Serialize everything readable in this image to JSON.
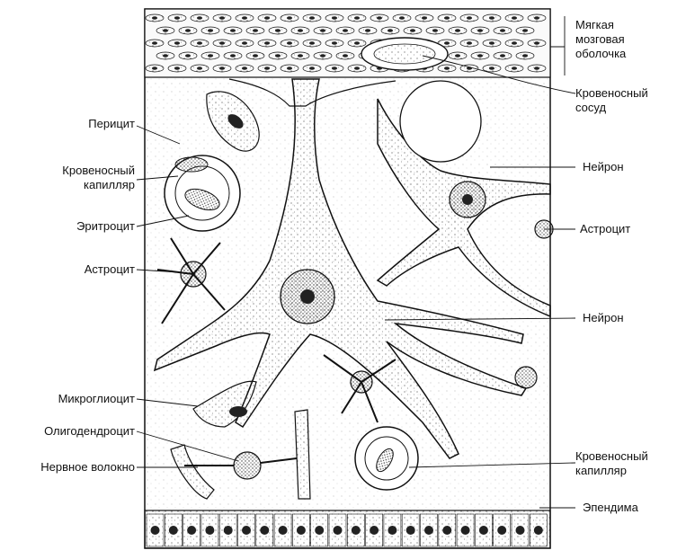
{
  "labels": {
    "meninges": "Мягкая\nмозговая\nоболочка",
    "blood_vessel": "Кровеносный\nсосуд",
    "pericyte": "Перицит",
    "capillary_left": "Кровеносный\nкапилляр",
    "erythrocyte": "Эритроцит",
    "astrocyte_left": "Астроцит",
    "neuron_upper": "Нейрон",
    "astrocyte_right": "Астроцит",
    "neuron_lower": "Нейрон",
    "microglia": "Микроглиоцит",
    "oligodendrocyte": "Олигодендроцит",
    "nerve_fiber": "Нервное волокно",
    "capillary_right": "Кровеносный\nкапилляр",
    "ependyma": "Эпендима"
  },
  "colors": {
    "ink": "#111111",
    "stipple": "#444444",
    "paper": "#ffffff",
    "tissue": "#f4f4f4"
  }
}
